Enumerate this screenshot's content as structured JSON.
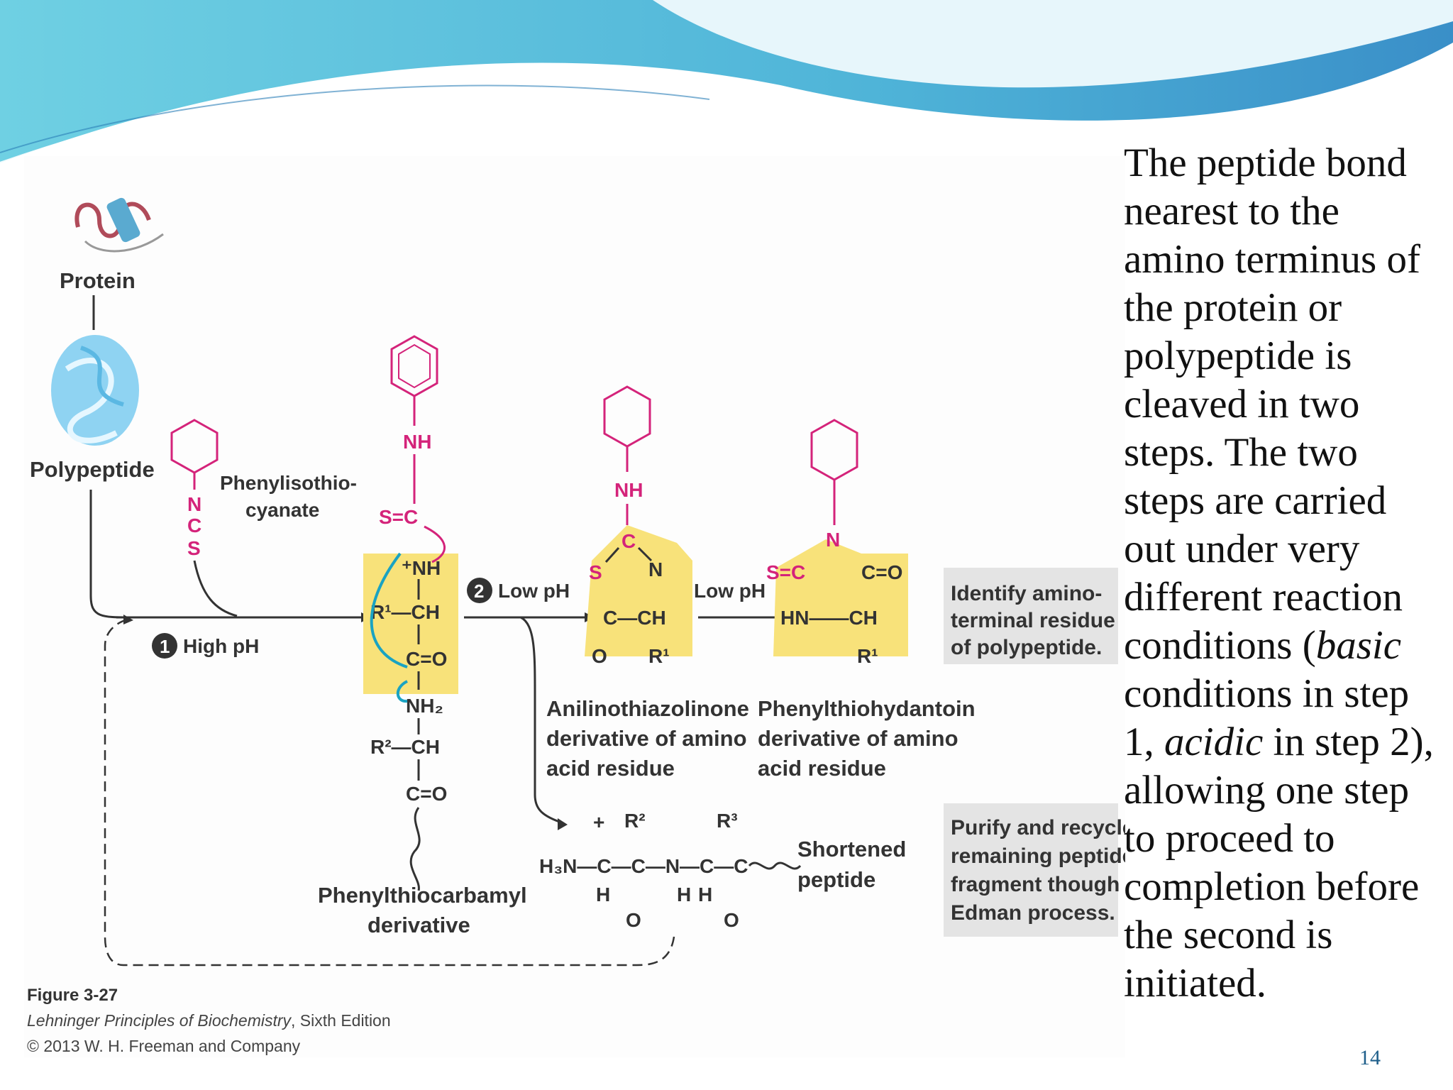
{
  "slide": {
    "text_parts": {
      "a": "The peptide bond nearest to the amino terminus of the protein or polypeptide is cleaved in two steps. The two steps are carried out under very different reaction conditions (",
      "b": "basic",
      "c": " conditions in step 1, ",
      "d": "acidic",
      "e": " in step 2), allowing one step to proceed to completion before the second is initiated."
    },
    "page_number": "14"
  },
  "figure": {
    "protein_label": "Protein",
    "polypeptide_label": "Polypeptide",
    "reagent_label_1": "Phenylisothio-",
    "reagent_label_2": "cyanate",
    "step1_number": "1",
    "step1_condition": "High pH",
    "step2_number": "2",
    "step2_condition": "Low pH",
    "step3_condition": "Low pH",
    "ptc_label_1": "Phenylthiocarbamyl",
    "ptc_label_2": "derivative",
    "atz_label_1": "Anilinothiazolinone",
    "atz_label_2": "derivative of amino",
    "atz_label_3": "acid residue",
    "pth_label_1": "Phenylthiohydantoin",
    "pth_label_2": "derivative of amino",
    "pth_label_3": "acid residue",
    "shortened_1": "Shortened",
    "shortened_2": "peptide",
    "identify_1": "Identify amino-",
    "identify_2": "terminal residue",
    "identify_3": "of polypeptide.",
    "purify_1": "Purify and recycle",
    "purify_2": "remaining peptide",
    "purify_3": "fragment though",
    "purify_4": "Edman process.",
    "caption_title": "Figure 3-27",
    "caption_book": "Lehninger Principles of Biochemistry",
    "caption_edition": ", Sixth Edition",
    "caption_copyright": "© 2013 W. H. Freeman and Company"
  },
  "colors": {
    "magenta": "#d4237a",
    "highlight": "#f8e27a",
    "teal_arrow": "#1aa3c2",
    "side_box": "#e4e4e4"
  }
}
